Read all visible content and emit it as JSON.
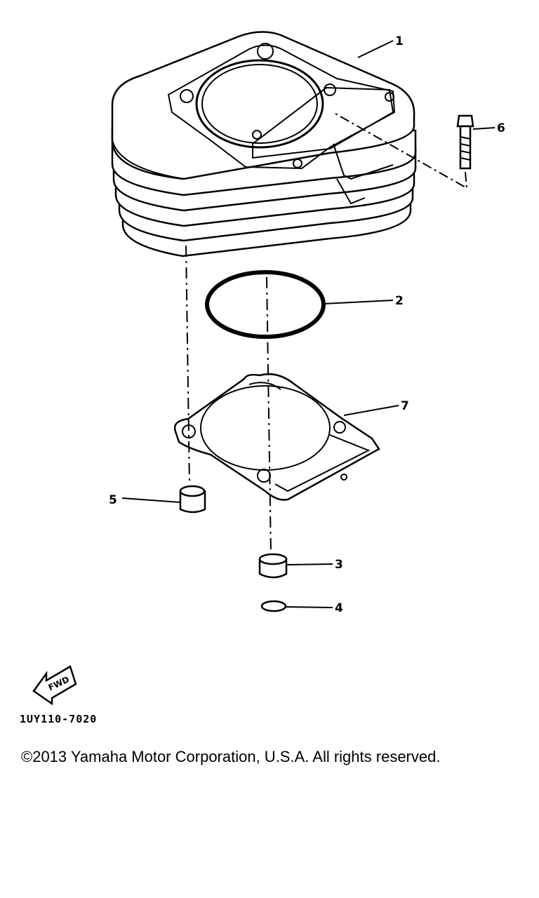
{
  "callouts": [
    {
      "id": "1",
      "label": "1"
    },
    {
      "id": "2",
      "label": "2"
    },
    {
      "id": "3",
      "label": "3"
    },
    {
      "id": "4",
      "label": "4"
    },
    {
      "id": "5",
      "label": "5"
    },
    {
      "id": "6",
      "label": "6"
    },
    {
      "id": "7",
      "label": "7"
    }
  ],
  "fwd_label": "FWD",
  "diagram_code": "1UY110-7020",
  "copyright": "©2013 Yamaha Motor Corporation, U.S.A. All rights reserved."
}
